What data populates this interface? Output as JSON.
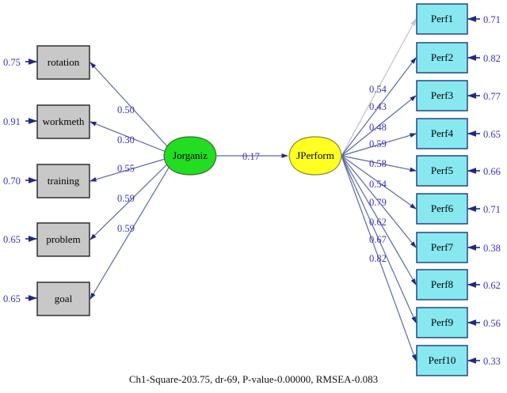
{
  "left_indicators": [
    {
      "label": "rotation",
      "error": "0.75",
      "loading": "0.50"
    },
    {
      "label": "workmeth",
      "error": "0.91",
      "loading": "0.30"
    },
    {
      "label": "training",
      "error": "0.70",
      "loading": "0.55"
    },
    {
      "label": "problem",
      "error": "0.65",
      "loading": "0.59"
    },
    {
      "label": "goal",
      "error": "0.65",
      "loading": "0.59"
    }
  ],
  "latents": {
    "left": "Jorganiz",
    "right": "JPerform",
    "path_coefficient": "0.17",
    "left_color": "#22dd22",
    "right_color": "#ffff22"
  },
  "right_indicators": [
    {
      "label": "Perf1",
      "error": "0.71",
      "loading": "0.54"
    },
    {
      "label": "Perf2",
      "error": "0.82",
      "loading": "0.43"
    },
    {
      "label": "Perf3",
      "error": "0.77",
      "loading": "0.48"
    },
    {
      "label": "Perf4",
      "error": "0.65",
      "loading": "0.59"
    },
    {
      "label": "Perf5",
      "error": "0.66",
      "loading": "0.58"
    },
    {
      "label": "Perf6",
      "error": "0.71",
      "loading": "0.54"
    },
    {
      "label": "Perf7",
      "error": "0.38",
      "loading": "0.79"
    },
    {
      "label": "Perf8",
      "error": "0.62",
      "loading": "0.62"
    },
    {
      "label": "Perf9",
      "error": "0.56",
      "loading": "0.67"
    },
    {
      "label": "Perf10",
      "error": "0.33",
      "loading": "0.82"
    }
  ],
  "fit_statistics": "Ch1-Square-203.75, dr-69, P-value-0.00000, RMSEA-0.083"
}
